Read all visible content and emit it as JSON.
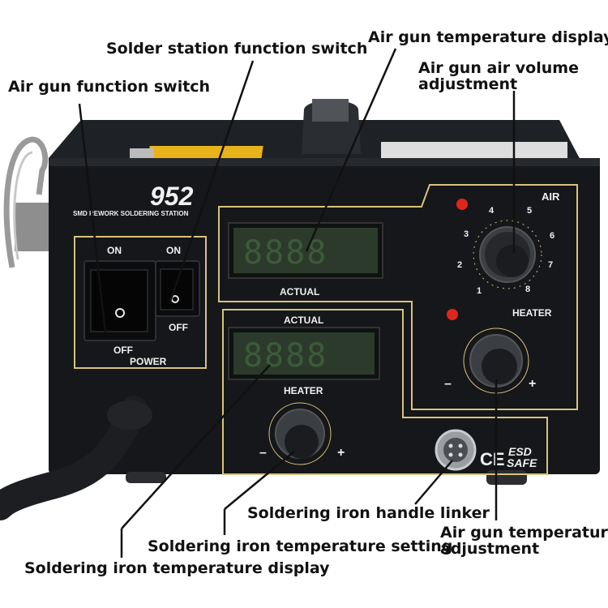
{
  "callouts": {
    "air_gun_function_switch": "Air gun function switch",
    "solder_station_function_switch": "Solder station function switch",
    "air_gun_temperature_display": "Air gun temperature display",
    "air_gun_air_volume_line1": "Air gun air volume",
    "air_gun_air_volume_line2": "adjustment",
    "soldering_iron_handle_linker": "Soldering iron handle linker",
    "air_gun_temperature_adj_line1": "Air gun temperature",
    "air_gun_temperature_adj_line2": "adjustment",
    "soldering_iron_temperature_setting": "Soldering iron temperature setting",
    "soldering_iron_temperature_display": "Soldering iron temperature display"
  },
  "device": {
    "model": "952",
    "subtitle": "SMD REWORK SOLDERING STATION",
    "power_on_left": "ON",
    "power_on_right": "ON",
    "power_off_left": "OFF",
    "power_off_right": "OFF",
    "power_label": "POWER",
    "air_label": "AIR",
    "heater_label_upper": "HEATER",
    "heater_label_lower": "HEATER",
    "actual_upper": "ACTUAL",
    "actual_lower": "ACTUAL",
    "display_digits": "8888",
    "minus": "–",
    "plus": "+",
    "esd_line1": "ESD",
    "esd_line2": "SAFE",
    "ce_mark": "CE",
    "air_scale": [
      "1",
      "2",
      "3",
      "4",
      "5",
      "6",
      "7",
      "8"
    ]
  },
  "colors": {
    "case": "#15171a",
    "panel_trim": "#d9c27a",
    "lcd": "#2c3a2b",
    "indicator": "#e0261c"
  }
}
